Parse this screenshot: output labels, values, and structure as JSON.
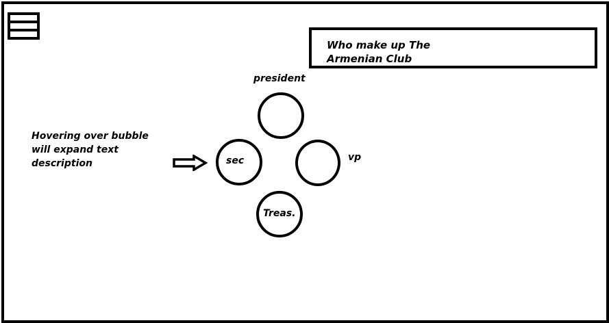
{
  "header": {
    "menu_icon": "hamburger-menu-icon",
    "title_line1": "Who make up The",
    "title_line2": "Armenian Club"
  },
  "annotation": {
    "line1": "Hovering over bubble",
    "line2": "will expand text",
    "line3": "description",
    "arrow_icon": "right-arrow-icon"
  },
  "members": {
    "president": "president",
    "vp": "vp",
    "secretary": "sec",
    "treasurer": "Treas."
  }
}
